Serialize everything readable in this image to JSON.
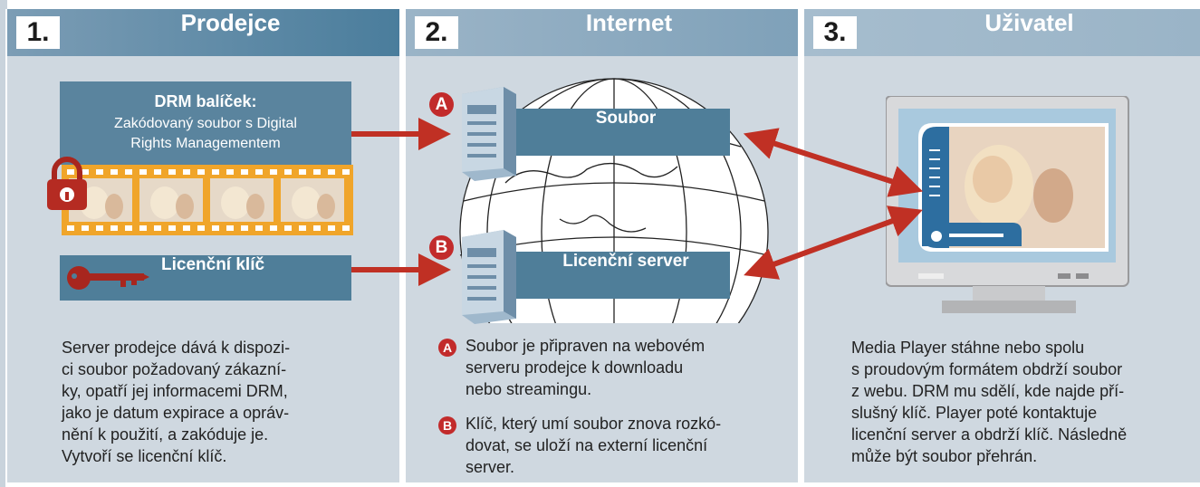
{
  "panels": [
    {
      "number": "1.",
      "title": "Prodejce"
    },
    {
      "number": "2.",
      "title": "Internet"
    },
    {
      "number": "3.",
      "title": "Uživatel"
    }
  ],
  "drm_package": {
    "title": "DRM balíček:",
    "subtitle": "Zakódovaný soubor s Digital\nRights Managementem"
  },
  "license_key_label": "Licenční klíč",
  "servers": [
    {
      "badge": "A",
      "label": "Soubor"
    },
    {
      "badge": "B",
      "label": "Licenční server"
    }
  ],
  "panel1_text": "Server prodejce dává k dispozi-\nci soubor požadovaný zákazní-\nky, opatří jej informacemi DRM,\njako je datum expirace a opráv-\nnění k použití, a zakóduje je.\nVytvoří se licenční klíč.",
  "panel2_notes": [
    {
      "badge": "A",
      "text": "Soubor je připraven na webovém\nserveru prodejce k downloadu\nnebo streamingu."
    },
    {
      "badge": "B",
      "text": "Klíč, který umí soubor znova rozkó-\ndovat, se uloží na externí licenční\nserver."
    }
  ],
  "panel3_text": "Media Player stáhne nebo spolu\ns proudovým formátem obdrží soubor\nz webu. DRM mu sdělí, kde najde pří-\nslušný klíč. Player poté kontaktuje\nlicenční server a obdrží klíč. Následně\nmůže být soubor přehrán.",
  "colors": {
    "panel_bg": "#cfd8e0",
    "header_dark": "#4a7d9c",
    "header_light": "#a8bfd0",
    "box_blue": "#4f7e99",
    "arrow_red": "#c03024",
    "film_orange": "#f0a52a"
  }
}
